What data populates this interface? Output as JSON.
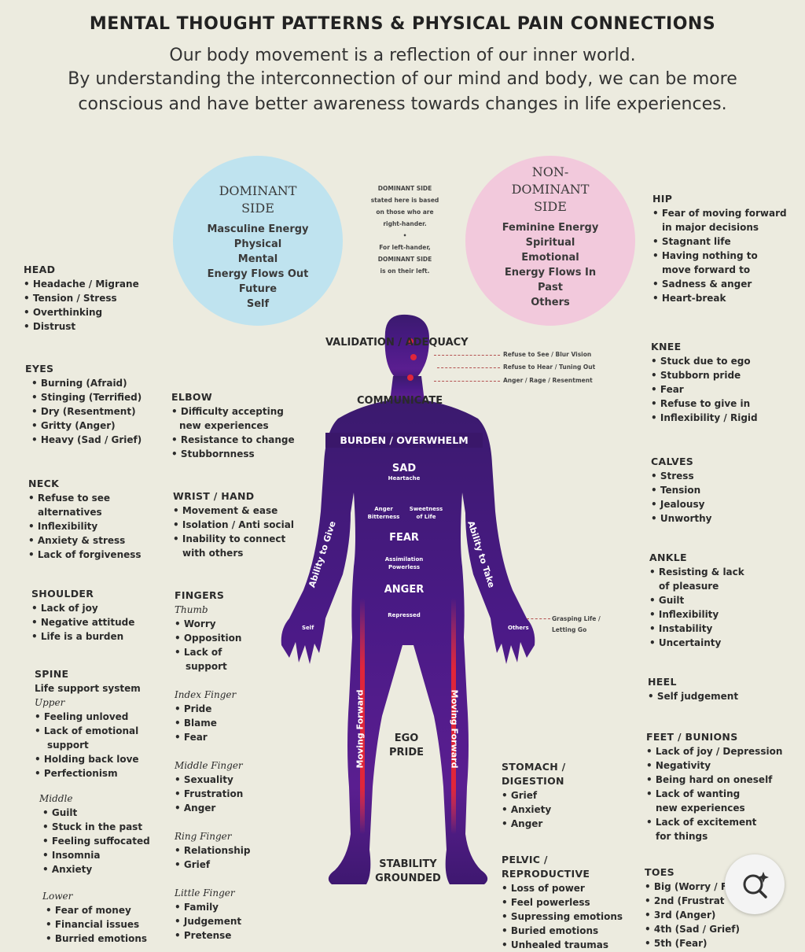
{
  "title": "MENTAL THOUGHT PATTERNS & PHYSICAL PAIN CONNECTIONS",
  "subtitle": [
    "Our body movement is a reflection of our inner world.",
    "By understanding the interconnection of our mind and body, we can be more",
    "conscious and have better awareness towards changes in life experiences."
  ],
  "dominant": {
    "title": [
      "DOMINANT",
      "SIDE"
    ],
    "items": [
      "Masculine Energy",
      "Physical",
      "Mental",
      "Energy Flows Out",
      "Future",
      "Self"
    ],
    "color": "#bfe3ef"
  },
  "non_dominant": {
    "title": [
      "NON-",
      "DOMINANT",
      "SIDE"
    ],
    "items": [
      "Feminine Energy",
      "Spiritual",
      "Emotional",
      "Energy Flows In",
      "Past",
      "Others"
    ],
    "color": "#f2c9dc"
  },
  "side_note": [
    "DOMINANT SIDE",
    "stated here is based",
    "on those who are",
    "right-hander.",
    "•",
    "For left-hander,",
    "DOMINANT SIDE",
    "is on their left."
  ],
  "left": {
    "head": {
      "title": "HEAD",
      "items": [
        "Headache / Migrane",
        "Tension / Stress",
        "Overthinking",
        "Distrust"
      ]
    },
    "eyes": {
      "title": "EYES",
      "items": [
        "Burning (Afraid)",
        "Stinging (Terrified)",
        "Dry (Resentment)",
        "Gritty (Anger)",
        "Heavy (Sad / Grief)"
      ]
    },
    "neck": {
      "title": "NECK",
      "items": [
        "Refuse to see",
        "alternatives",
        "Inflexibility",
        "Anxiety & stress",
        "Lack of forgiveness"
      ]
    },
    "shoulder": {
      "title": "SHOULDER",
      "items": [
        "Lack of joy",
        "Negative attitude",
        "Life is a burden"
      ]
    },
    "spine": {
      "title": "SPINE",
      "intro": "Life support system",
      "upper": {
        "label": "Upper",
        "items": [
          "Feeling unloved",
          "Lack of emotional",
          "support",
          "Holding back love",
          "Perfectionism"
        ]
      },
      "middle": {
        "label": "Middle",
        "items": [
          "Guilt",
          "Stuck in the past",
          "Feeling suffocated",
          "Insomnia",
          "Anxiety"
        ]
      },
      "lower": {
        "label": "Lower",
        "items": [
          "Fear of money",
          "Financial issues",
          "Burried emotions"
        ]
      }
    }
  },
  "center_left": {
    "elbow": {
      "title": "ELBOW",
      "items": [
        "Difficulty accepting",
        "new experiences",
        "Resistance to change",
        "Stubbornness"
      ]
    },
    "wrist": {
      "title": "WRIST / HAND",
      "items": [
        "Movement & ease",
        "Isolation / Anti social",
        "Inability to connect",
        "with others"
      ]
    },
    "fingers": {
      "title": "FINGERS",
      "thumb": {
        "label": "Thumb",
        "items": [
          "Worry",
          "Opposition",
          "Lack of",
          "support"
        ]
      },
      "index": {
        "label": "Index Finger",
        "items": [
          "Pride",
          "Blame",
          "Fear"
        ]
      },
      "middle": {
        "label": "Middle Finger",
        "items": [
          "Sexuality",
          "Frustration",
          "Anger"
        ]
      },
      "ring": {
        "label": "Ring Finger",
        "items": [
          "Relationship",
          "Grief"
        ]
      },
      "little": {
        "label": "Little Finger",
        "items": [
          "Family",
          "Judgement",
          "Pretense"
        ]
      }
    }
  },
  "right": {
    "hip": {
      "title": "HIP",
      "items": [
        "Fear of moving forward",
        "in major decisions",
        "Stagnant life",
        "Having nothing to",
        "move forward to",
        "Sadness & anger",
        "Heart-break"
      ]
    },
    "knee": {
      "title": "KNEE",
      "items": [
        "Stuck due to ego",
        "Stubborn pride",
        "Fear",
        "Refuse to give in",
        "Inflexibility / Rigid"
      ]
    },
    "calves": {
      "title": "CALVES",
      "items": [
        "Stress",
        "Tension",
        "Jealousy",
        "Unworthy"
      ]
    },
    "ankle": {
      "title": "ANKLE",
      "items": [
        "Resisting & lack",
        "of pleasure",
        "Guilt",
        "Inflexibility",
        "Instability",
        "Uncertainty"
      ]
    },
    "heel": {
      "title": "HEEL",
      "items": [
        "Self judgement"
      ]
    },
    "feet": {
      "title": "FEET / BUNIONS",
      "items": [
        "Lack of joy / Depression",
        "Negativity",
        "Being hard on oneself",
        "Lack of wanting",
        "new experiences",
        "Lack of excitement",
        "for things"
      ]
    },
    "toes": {
      "title": "TOES",
      "items": [
        "Big (Worry / F",
        "2nd (Frustrat",
        "3rd (Anger)",
        "4th (Sad / Grief)",
        "5th (Fear)"
      ]
    }
  },
  "center_right": {
    "stomach": {
      "title": [
        "STOMACH /",
        "DIGESTION"
      ],
      "items": [
        "Grief",
        "Anxiety",
        "Anger"
      ]
    },
    "pelvic": {
      "title": [
        "PELVIC /",
        "REPRODUCTIVE"
      ],
      "items": [
        "Loss of power",
        "Feel powerless",
        "Supressing emotions",
        "Buried emotions",
        "Unhealed traumas"
      ]
    }
  },
  "figure": {
    "validation": "VALIDATION / ADEQUACY",
    "communicate": "COMMUNICATE",
    "burden": "BURDEN / OVERWHELM",
    "sad": "SAD",
    "heartache": "Heartache",
    "anger_bitterness": [
      "Anger",
      "Bitterness"
    ],
    "sweetness": [
      "Sweetness",
      "of Life"
    ],
    "fear": "FEAR",
    "assimilation": [
      "Assimilation",
      "Powerless"
    ],
    "anger": "ANGER",
    "repressed": "Repressed",
    "give": "Ability to Give",
    "take": "Ability to Take",
    "self": "Self",
    "others": "Others",
    "grasping": [
      "Grasping Life /",
      "Letting Go"
    ],
    "moving_left": "Moving Forward",
    "moving_right": "Moving Forward",
    "ego": [
      "EGO",
      "PRIDE"
    ],
    "stability": [
      "STABILITY",
      "GROUNDED"
    ],
    "refuse_see": "Refuse to See / Blur Vision",
    "refuse_hear": "Refuse to Hear / Tuning Out",
    "anger_rage": "Anger / Rage / Resentment",
    "body_color": "#4a1a86"
  },
  "fab_icon": "search-sparkle-icon"
}
